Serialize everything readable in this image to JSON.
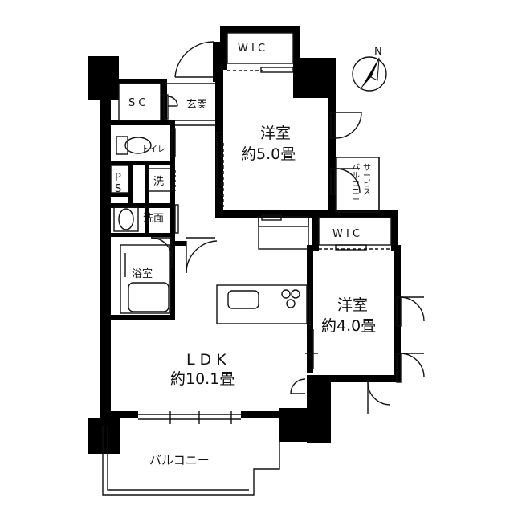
{
  "rooms": {
    "wic_top": "W I C",
    "sc": "S C",
    "entrance": "玄関",
    "toilet": "トイレ",
    "ps_1": "P",
    "ps_2": "S",
    "laundry": "洗",
    "washroom": "洗面",
    "bath": "浴室",
    "western1_name": "洋室",
    "western1_size": "約5.0畳",
    "service_balcony": [
      "サ",
      "ー",
      "ビ",
      "ス",
      "バ",
      "ル",
      "コ",
      "ニ",
      "ー"
    ],
    "wic_right": "W I C",
    "western2_name": "洋室",
    "western2_size": "約4.0畳",
    "ldk_name": "L D K",
    "ldk_size": "約10.1畳",
    "balcony": "バルコニー"
  },
  "compass": {
    "north": "N"
  },
  "colors": {
    "wall": "#000000",
    "line": "#111111",
    "paper": "#ffffff"
  }
}
